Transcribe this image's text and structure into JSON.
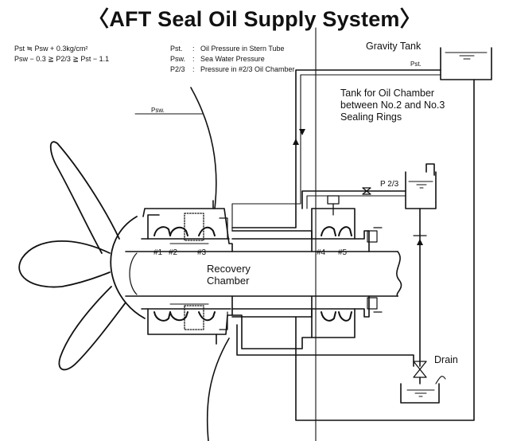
{
  "title": "〈AFT Seal Oil Supply System〉",
  "formulas": {
    "line1": "Pst ≒ Psw + 0.3kg/cm²",
    "line2": "Psw − 0.3 ≧ P2/3 ≧ Pst − 1.1"
  },
  "legend": [
    {
      "symbol": "Pst.",
      "separator": ":",
      "text": "Oil Pressure in Stern Tube"
    },
    {
      "symbol": "Psw.",
      "separator": ":",
      "text": "Sea Water Pressure"
    },
    {
      "symbol": "P2/3",
      "separator": ":",
      "text": "Pressure in #2/3 Oil Chamber"
    }
  ],
  "labels": {
    "gravity_tank": "Gravity Tank",
    "pst_gravity": "Pst.",
    "tank_oil_chamber": "Tank for Oil Chamber\nbetween No.2 and No.3\nSealing Rings",
    "psw": "Psw.",
    "p23": "P 2/3",
    "ring1": "#1",
    "ring2": "#2",
    "ring3": "#3",
    "ring4": "#4",
    "ring5": "#5",
    "recovery_chamber": "Recovery\nChamber",
    "drain": "Drain"
  }
}
